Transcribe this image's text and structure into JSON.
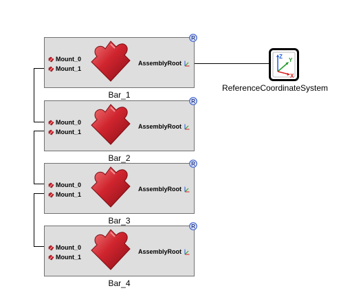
{
  "blocks": [
    {
      "name": "Bar_1",
      "ports_in": [
        "Mount_0",
        "Mount_1"
      ],
      "port_out": "AssemblyRoot"
    },
    {
      "name": "Bar_2",
      "ports_in": [
        "Mount_0",
        "Mount_1"
      ],
      "port_out": "AssemblyRoot"
    },
    {
      "name": "Bar_3",
      "ports_in": [
        "Mount_0",
        "Mount_1"
      ],
      "port_out": "AssemblyRoot"
    },
    {
      "name": "Bar_4",
      "ports_in": [
        "Mount_0",
        "Mount_1"
      ],
      "port_out": "AssemblyRoot"
    }
  ],
  "reference": {
    "name": "ReferenceCoordinateSystem",
    "axes": {
      "z": "Z",
      "y": "Y",
      "x": "X"
    }
  },
  "badge_letter": "R",
  "colors": {
    "block_fill": "#dedede",
    "puzzle": "#c8202a",
    "wire": "#000000",
    "badge": "#3a5fcd",
    "axis_z": "#1e5be0",
    "axis_y": "#1f9a2a",
    "axis_x": "#d81e1e"
  }
}
